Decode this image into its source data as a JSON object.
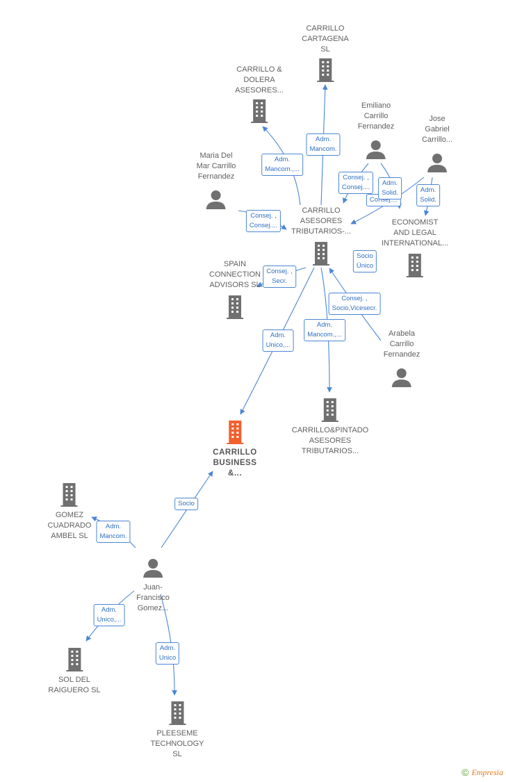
{
  "colors": {
    "edge": "#4a86d4",
    "node_gray": "#707070",
    "focus": "#f2602e"
  },
  "nodes": [
    {
      "id": "carrillo_cartagena",
      "type": "company",
      "lines": [
        "CARRILLO",
        "CARTAGENA",
        "SL"
      ]
    },
    {
      "id": "carrillo_dolera",
      "type": "company",
      "lines": [
        "CARRILLO &",
        "DOLERA",
        "ASESORES..."
      ]
    },
    {
      "id": "emiliano",
      "type": "person",
      "lines": [
        "Emiliano",
        "Carrillo",
        "Fernandez"
      ]
    },
    {
      "id": "jose_gabriel",
      "type": "person",
      "lines": [
        "Jose",
        "Gabriel",
        "Carrillo..."
      ]
    },
    {
      "id": "maria",
      "type": "person",
      "lines": [
        "Maria Del",
        "Mar Carrillo",
        "Fernandez"
      ]
    },
    {
      "id": "carrillo_asesores",
      "type": "company",
      "lines": [
        "CARRILLO",
        "ASESORES",
        "TRIBUTARIOS-..."
      ]
    },
    {
      "id": "economist",
      "type": "company",
      "lines": [
        "ECONOMIST",
        "AND LEGAL",
        "INTERNATIONAL..."
      ]
    },
    {
      "id": "spain_connection",
      "type": "company",
      "lines": [
        "SPAIN",
        "CONNECTION",
        "ADVISORS  SL"
      ]
    },
    {
      "id": "arabela",
      "type": "person",
      "lines": [
        "Arabela",
        "Carrillo",
        "Fernandez"
      ]
    },
    {
      "id": "carrillo_pintado",
      "type": "company",
      "lines": [
        "CARRILLO&PINTADO",
        "ASESORES",
        "TRIBUTARIOS..."
      ]
    },
    {
      "id": "carrillo_business",
      "type": "focus",
      "lines": [
        "CARRILLO",
        "BUSINESS",
        "&..."
      ]
    },
    {
      "id": "gomez_cuadrado",
      "type": "company",
      "lines": [
        "GOMEZ",
        "CUADRADO",
        "AMBEL SL"
      ]
    },
    {
      "id": "juan_francisco",
      "type": "person",
      "lines": [
        "Juan-",
        "Francisco",
        "Gomez..."
      ]
    },
    {
      "id": "sol_raiguero",
      "type": "company",
      "lines": [
        "SOL DEL",
        "RAIGUERO  SL"
      ]
    },
    {
      "id": "pleeseme",
      "type": "company",
      "lines": [
        "PLEESEME",
        "TECHNOLOGY",
        "SL"
      ]
    }
  ],
  "edge_labels": [
    {
      "id": "e1",
      "lines": [
        "Adm.",
        "Mancom."
      ]
    },
    {
      "id": "e2",
      "lines": [
        "Adm.",
        "Mancom.,..."
      ]
    },
    {
      "id": "e3",
      "lines": [
        "Consej. ,",
        "Consej...."
      ]
    },
    {
      "id": "e4",
      "lines": [
        "Consej. ,",
        "Consej...."
      ]
    },
    {
      "id": "e5",
      "lines": [
        "Adm.",
        "Solid."
      ]
    },
    {
      "id": "e6",
      "lines": [
        "Consej....",
        ""
      ]
    },
    {
      "id": "e7",
      "lines": [
        "Adm.",
        "Solid."
      ]
    },
    {
      "id": "e8",
      "lines": [
        "Socio",
        "Único"
      ]
    },
    {
      "id": "e9",
      "lines": [
        "Consej. ,",
        "Secr."
      ]
    },
    {
      "id": "e10",
      "lines": [
        "Consej. ,",
        "Socio,Vicesecr."
      ]
    },
    {
      "id": "e11",
      "lines": [
        "Adm.",
        "Mancom.,..."
      ]
    },
    {
      "id": "e12",
      "lines": [
        "Adm.",
        "Unico,..."
      ]
    },
    {
      "id": "e13",
      "lines": [
        "Socio"
      ]
    },
    {
      "id": "e14",
      "lines": [
        "Adm.",
        "Mancom."
      ]
    },
    {
      "id": "e15",
      "lines": [
        "Adm.",
        "Unico,..."
      ]
    },
    {
      "id": "e16",
      "lines": [
        "Adm.",
        "Unico"
      ]
    }
  ],
  "footer": {
    "copyright": "©",
    "brand": "Empresia"
  }
}
